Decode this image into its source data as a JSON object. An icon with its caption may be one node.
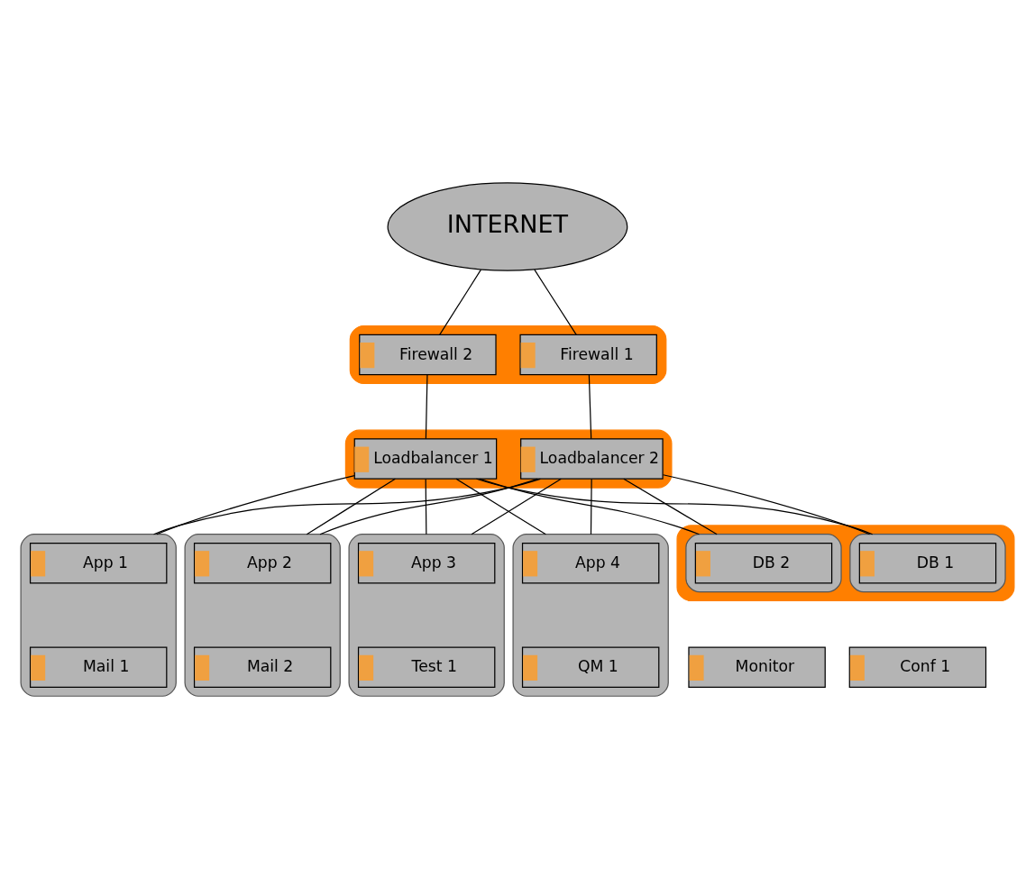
{
  "diagram": {
    "nodes": [
      {
        "text": [
          "INTERNET"
        ]
      },
      {
        "text": [],
        "shape": "box"
      },
      {
        "text": [
          "Firewall 1"
        ],
        "in": 1
      },
      {
        "text": [
          "Firewall 2"
        ],
        "in": 1
      },
      {
        "text": [],
        "shape": "box"
      },
      {
        "text": [
          "Loadbalancer 1"
        ],
        "in": 4
      },
      {
        "text": [
          "Loadbalancer 2"
        ],
        "in": 4
      },
      {
        "text": [],
        "shape": "box"
      },
      {
        "text": [
          "App 1"
        ],
        "in": 7
      },
      {
        "text": [
          "Mail 1"
        ],
        "in": 7
      },
      {
        "text": [],
        "shape": "box"
      },
      {
        "text": [
          "App 2"
        ],
        "in": 10
      },
      {
        "text": [
          "Mail 2"
        ],
        "in": 10
      },
      {
        "text": [],
        "shape": "box"
      },
      {
        "text": [
          "App 3"
        ],
        "in": 13
      },
      {
        "text": [
          "Test 1"
        ],
        "in": 13
      },
      {
        "text": [],
        "shape": "box"
      },
      {
        "text": [
          "App 4"
        ],
        "in": 16
      },
      {
        "text": [
          "QM 1"
        ],
        "in": 16
      },
      {
        "text": [],
        "shape": "box"
      },
      {
        "text": [],
        "shape": "box",
        "in": 19
      },
      {
        "text": [
          "DB 1"
        ],
        "in": 20
      },
      {
        "text": [],
        "shape": "box",
        "in": 19
      },
      {
        "text": [
          "DB 2"
        ],
        "in": 22
      },
      {
        "text": [
          "Monitor"
        ]
      },
      {
        "text": [
          "Conf 1"
        ]
      }
    ],
    "edges": [
      {
        "from": 0,
        "to": 2,
        "arrow": "none"
      },
      {
        "from": 0,
        "to": 3,
        "arrow": "none"
      },
      {
        "from": 2,
        "to": 6,
        "arrow": "none"
      },
      {
        "from": 3,
        "to": 5,
        "arrow": "none"
      },
      {
        "from": 5,
        "to": 7,
        "arrow": "none"
      },
      {
        "from": 5,
        "to": 10,
        "arrow": "none"
      },
      {
        "from": 5,
        "to": 13,
        "arrow": "none"
      },
      {
        "from": 5,
        "to": 16,
        "arrow": "none"
      },
      {
        "from": 5,
        "to": 20,
        "arrow": "none"
      },
      {
        "from": 5,
        "to": 22,
        "arrow": "none"
      },
      {
        "from": 6,
        "to": 7,
        "arrow": "none"
      },
      {
        "from": 6,
        "to": 10,
        "arrow": "none"
      },
      {
        "from": 6,
        "to": 13,
        "arrow": "none"
      },
      {
        "from": 6,
        "to": 16,
        "arrow": "none"
      },
      {
        "from": 6,
        "to": 20,
        "arrow": "none"
      },
      {
        "from": 6,
        "to": 22,
        "arrow": "none"
      }
    ]
  }
}
